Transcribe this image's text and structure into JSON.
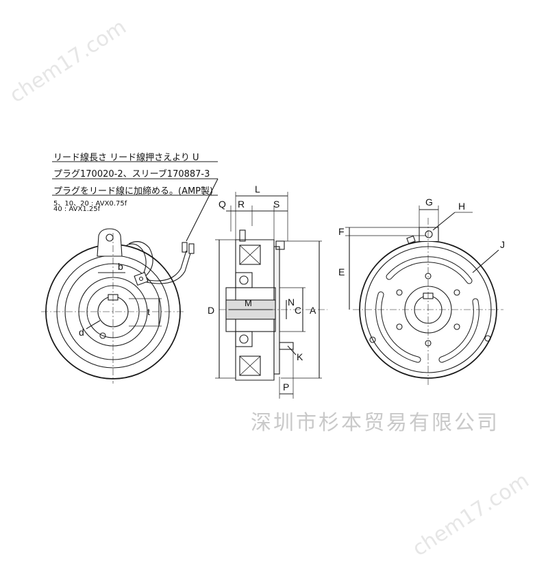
{
  "notes": {
    "line1": "リード線長さ リード線押さえより U",
    "line2": "プラグ170020-2、スリーブ170887-3",
    "line3": "プラグをリード線に加締める。(AMP製)",
    "line4": "5、10、20 : AVX0.75f",
    "line5": "40 : AVX1.25f"
  },
  "company": "深圳市杉本贸易有限公司",
  "watermark": "chem17.com",
  "labels": {
    "b": "b",
    "t": "t",
    "d": "d",
    "L": "L",
    "Q": "Q",
    "R": "R",
    "S": "S",
    "D": "D",
    "M": "M",
    "N": "N",
    "C": "C",
    "A": "A",
    "K": "K",
    "P": "P",
    "G": "G",
    "H": "H",
    "F": "F",
    "E": "E",
    "J": "J"
  },
  "colors": {
    "line": "#1a1a1a",
    "company_text": "#c9c9c9",
    "watermark": "#e6e6e6"
  }
}
